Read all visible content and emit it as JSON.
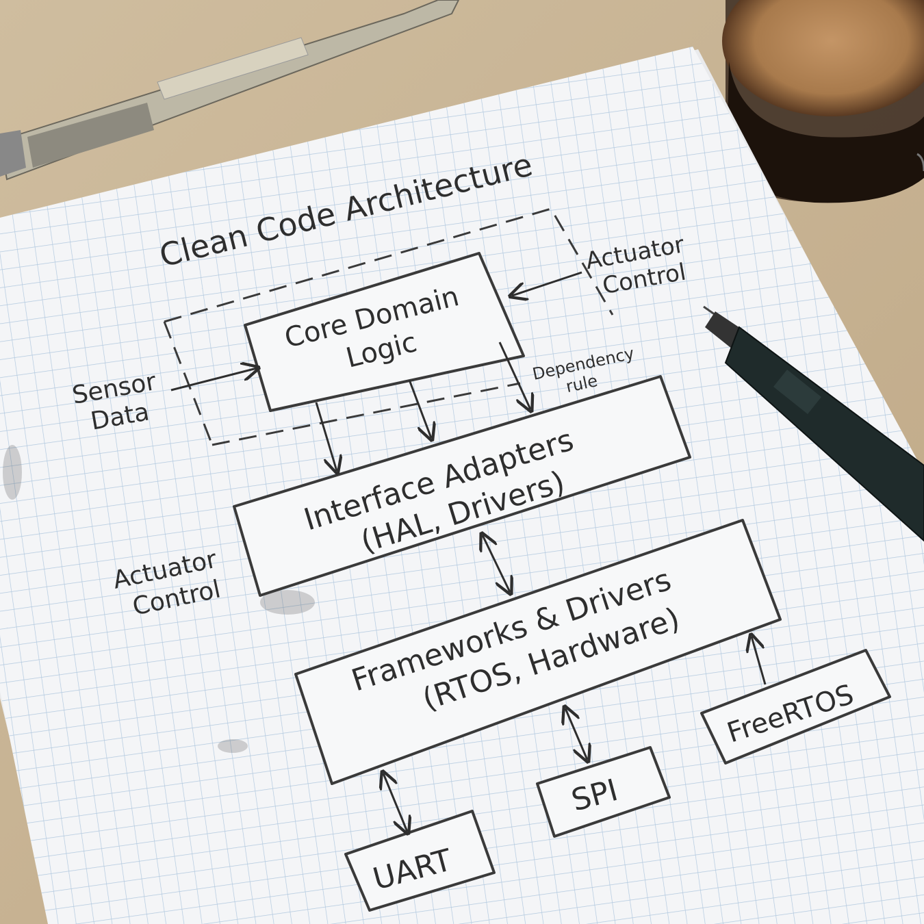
{
  "diagram": {
    "title": "Clean Code Architecture",
    "core": {
      "line1": "Core Domain",
      "line2": "Logic"
    },
    "adapters": {
      "line1": "Interface Adapters",
      "line2": "(HAL, Drivers)"
    },
    "frameworks": {
      "line1": "Frameworks & Drivers",
      "line2": "(RTOS, Hardware)"
    },
    "sensor": {
      "line1": "Sensor",
      "line2": "Data"
    },
    "actuator_top": {
      "line1": "Actuator",
      "line2": "Control"
    },
    "actuator_left": {
      "line1": "Actuator",
      "line2": "Control"
    },
    "dependency": {
      "line1": "Dependency",
      "line2": "rule"
    },
    "uart": "UART",
    "spi": "SPI",
    "freertos": "FreeRTOS"
  },
  "colors": {
    "desk": "#c9b79a",
    "paper": "#f4f5f7",
    "grid": "#a9c3dc",
    "ink": "#2e2e2e",
    "coffee": "#2a1a10",
    "crema": "#a87a4c"
  }
}
